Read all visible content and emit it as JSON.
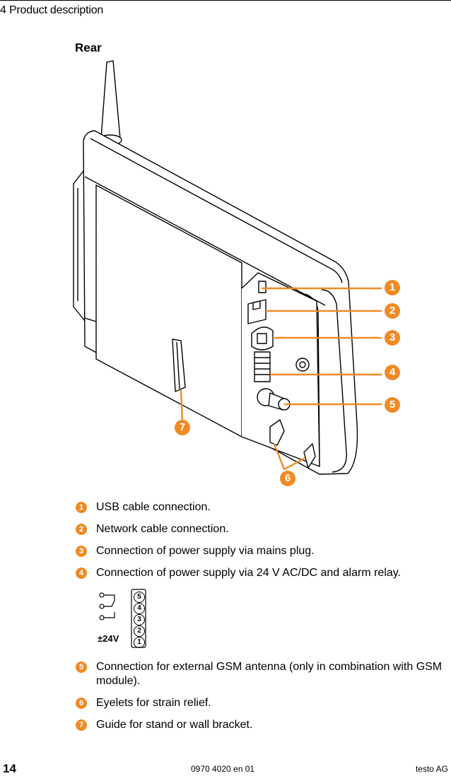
{
  "header": {
    "chapter": "4 Product description"
  },
  "section": {
    "title": "Rear"
  },
  "callouts": [
    "1",
    "2",
    "3",
    "4",
    "5",
    "6",
    "7"
  ],
  "legend": [
    {
      "number": "1",
      "text": "USB cable connection."
    },
    {
      "number": "2",
      "text": "Network cable connection."
    },
    {
      "number": "3",
      "text": "Connection of power supply via mains plug."
    },
    {
      "number": "4",
      "text": "Connection of power supply via 24 V AC/DC and alarm relay."
    },
    {
      "number": "5",
      "text": "Connection for external GSM antenna (only in combination with GSM module)."
    },
    {
      "number": "6",
      "text": "Eyelets for strain relief."
    },
    {
      "number": "7",
      "text": "Guide for stand or wall bracket."
    }
  ],
  "wiring": {
    "supply_label": "±24V",
    "terminals": [
      "1",
      "2",
      "3",
      "4",
      "5"
    ]
  },
  "footer": {
    "page": "14",
    "doc_number": "0970 4020 en 01",
    "company": "testo AG"
  },
  "colors": {
    "callout": "#f08a24",
    "text": "#000000"
  }
}
